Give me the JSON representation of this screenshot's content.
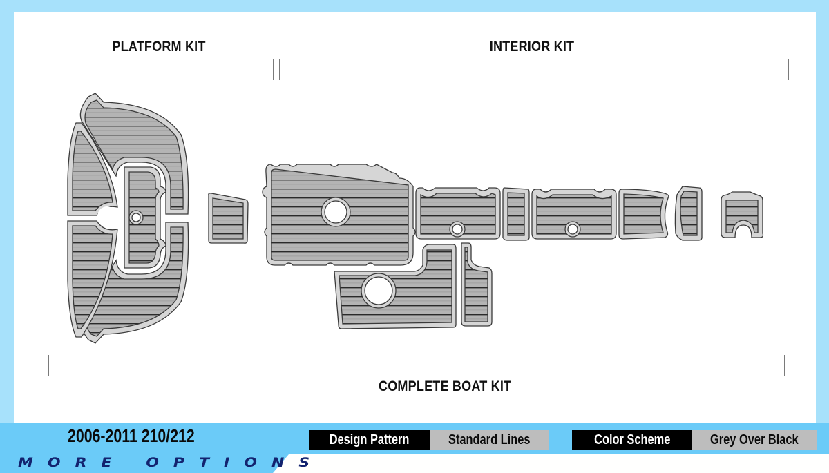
{
  "kits": {
    "platform_title": "PLATFORM KIT",
    "interior_title": "INTERIOR KIT",
    "complete_title": "COMPLETE BOAT KIT"
  },
  "product": {
    "model": "2006-2011 210/212",
    "more_options": "MORE OPTIONS"
  },
  "options": {
    "design_pattern_label": "Design Pattern",
    "design_pattern_value": "Standard Lines",
    "color_scheme_label": "Color Scheme",
    "color_scheme_value": "Grey Over Black"
  },
  "colors": {
    "background_light_blue": "#a7e1fb",
    "bar_blue": "#6bcbf8",
    "more_options_text": "#13236f",
    "mat_fill": "#b4b4b4",
    "mat_border": "#d6d6d6",
    "mat_line": "#2a2a2a"
  },
  "parts": {
    "platform_count": 5,
    "interior_count": 9
  }
}
